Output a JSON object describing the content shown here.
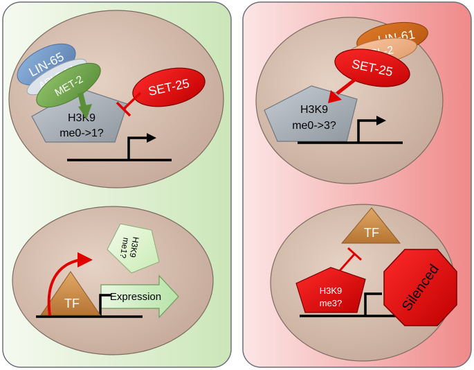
{
  "left_panel": {
    "top_cell": {
      "complex": [
        "LIN-65",
        "ARLE-14",
        "MET-2"
      ],
      "inhibitor": "SET-25",
      "histone_line1": "H3K9",
      "histone_line2": "me0->1?"
    },
    "bottom_cell": {
      "histone_line1": "H3K9",
      "histone_line2": "me1?",
      "tf": "TF",
      "expression": "Expression"
    }
  },
  "right_panel": {
    "top_cell": {
      "complex": [
        "LIN-61",
        "HPL-2",
        "SET-25"
      ],
      "histone_line1": "H3K9",
      "histone_line2": "me0->3?"
    },
    "bottom_cell": {
      "tf": "TF",
      "histone_line1": "H3K9",
      "histone_line2": "me3?",
      "silenced": "Silenced"
    }
  },
  "colors": {
    "left_panel_gradient": [
      "#f5faf0",
      "#cfe8bd"
    ],
    "right_panel_gradient": [
      "#fbe3e3",
      "#f28f8f"
    ],
    "nucleus_fill": "#d9c0b0",
    "gene_line": "#000000",
    "red_factor": "#e00000",
    "green_factor": "#6ba046",
    "blue_factor": "#6c93c3",
    "orange_factor": "#c8651b",
    "tf_fill": "#c98a4a"
  }
}
